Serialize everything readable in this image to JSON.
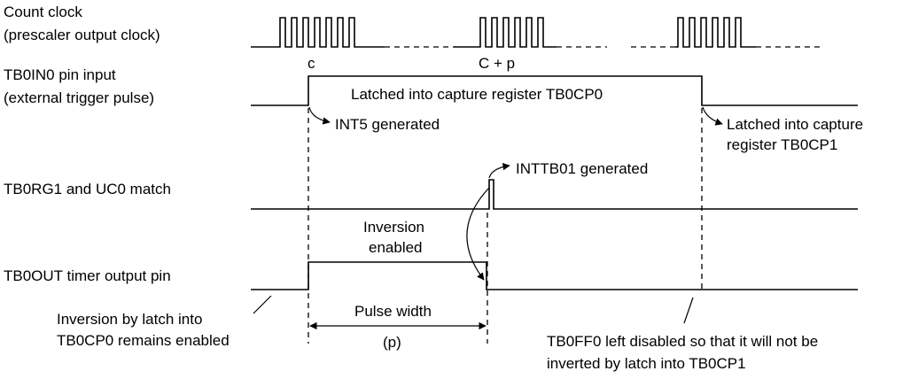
{
  "labels": {
    "count_clock": "Count clock",
    "count_clock_sub": "(prescaler output clock)",
    "tb0in0": "TB0IN0 pin input",
    "tb0in0_sub": "(external trigger pulse)",
    "tb0rg1": "TB0RG1 and UC0 match",
    "tb0out": "TB0OUT timer output pin"
  },
  "annotations": {
    "c": "c",
    "c_plus_p": "C + p",
    "latched_cp0": "Latched into capture register TB0CP0",
    "int5": "INT5 generated",
    "latched_cp1_1": "Latched into capture",
    "latched_cp1_2": "register TB0CP1",
    "inttb01": "INTTB01 generated",
    "inversion_1": "Inversion",
    "inversion_2": "enabled",
    "inv_latch_1": "Inversion by latch into",
    "inv_latch_2": "TB0CP0 remains enabled",
    "pulse_width": "Pulse width",
    "p": "(p)",
    "ff0_1": "TB0FF0 left disabled so that it will not be",
    "ff0_2": "inverted by latch into TB0CP1"
  }
}
